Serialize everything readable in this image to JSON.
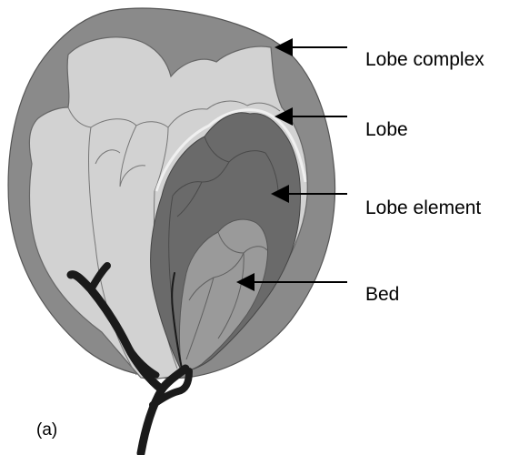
{
  "labels": {
    "lobe_complex": "Lobe complex",
    "lobe": "Lobe",
    "lobe_element": "Lobe element",
    "bed": "Bed"
  },
  "panel_label": "(a)",
  "colors": {
    "lobe_complex": "#8a8a8a",
    "lobe": "#d2d2d2",
    "lobe_element": "#6a6a6a",
    "bed": "#9a9a9a",
    "channel": "#1a1a1a",
    "outline": "#555555"
  }
}
